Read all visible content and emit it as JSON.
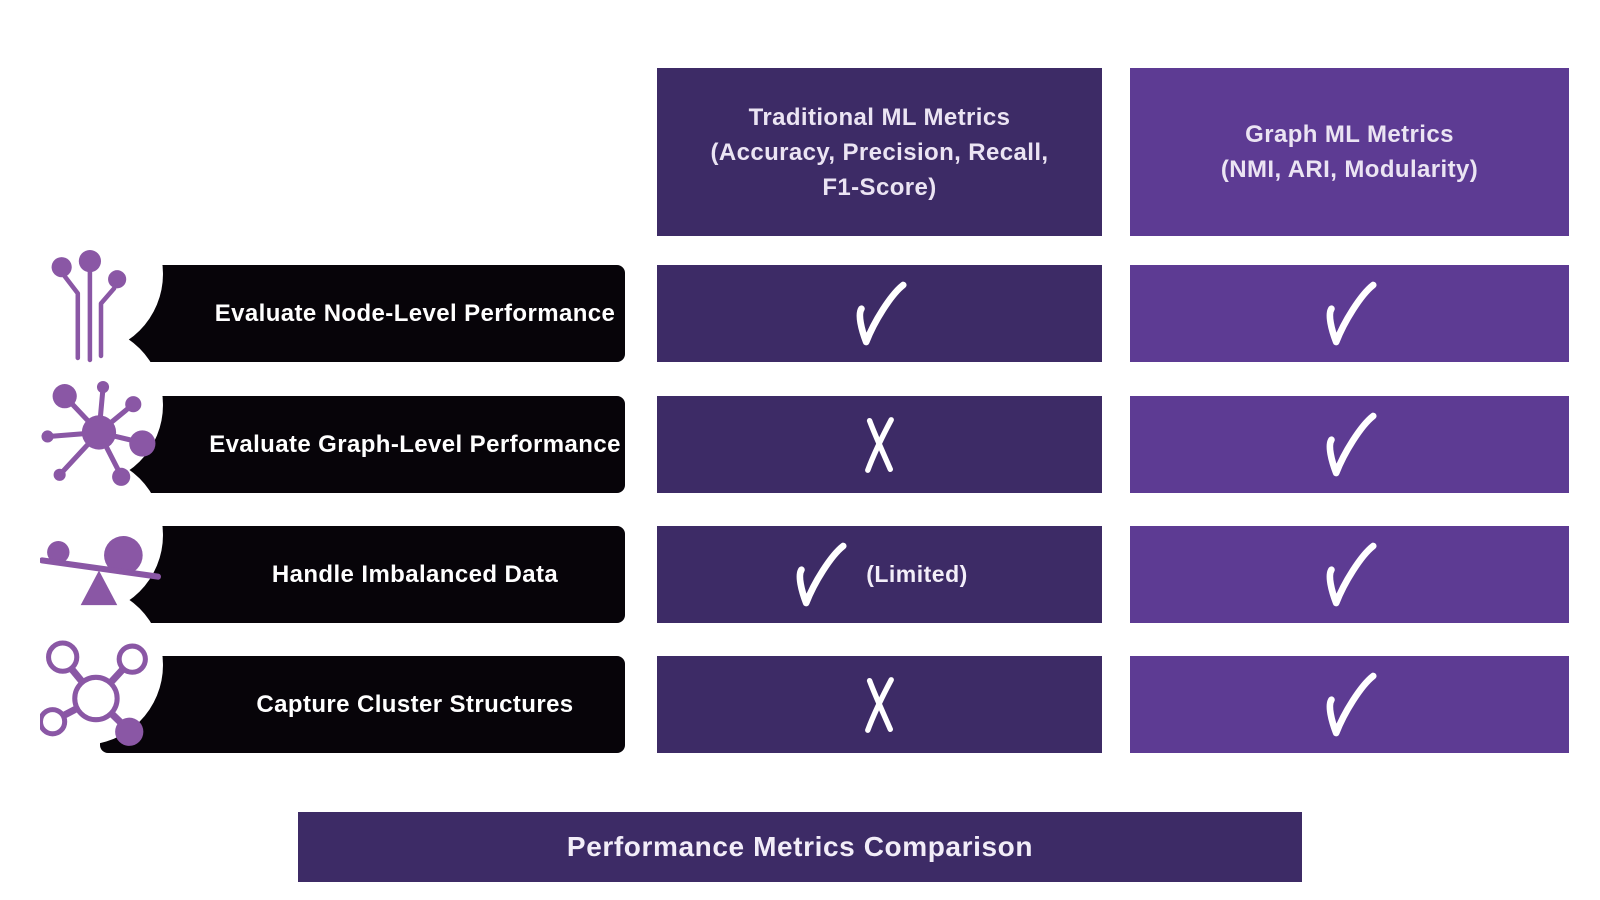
{
  "title_bar": {
    "label": "Performance Metrics Comparison"
  },
  "columns": [
    {
      "id": "traditional",
      "lines": [
        "Traditional ML Metrics",
        "(Accuracy, Precision, Recall,",
        "F1-Score)"
      ]
    },
    {
      "id": "graph",
      "lines": [
        "Graph ML Metrics",
        "(NMI, ARI, Modularity)"
      ]
    }
  ],
  "rows": [
    {
      "label": "Evaluate Node-Level Performance",
      "icon": "node-pins-icon",
      "cells": {
        "traditional": {
          "mark": "check"
        },
        "graph": {
          "mark": "check"
        }
      }
    },
    {
      "label": "Evaluate Graph-Level Performance",
      "icon": "graph-network-icon",
      "cells": {
        "traditional": {
          "mark": "cross"
        },
        "graph": {
          "mark": "check"
        }
      }
    },
    {
      "label": "Handle Imbalanced Data",
      "icon": "imbalance-scale-icon",
      "cells": {
        "traditional": {
          "mark": "check",
          "note": "(Limited)"
        },
        "graph": {
          "mark": "check"
        }
      }
    },
    {
      "label": "Capture Cluster Structures",
      "icon": "cluster-structure-icon",
      "cells": {
        "traditional": {
          "mark": "cross"
        },
        "graph": {
          "mark": "check"
        }
      }
    }
  ],
  "colors": {
    "column_dark": "#3d2b66",
    "column_purple": "#5d3b93",
    "row_bar": "#070409",
    "icon_purple": "#8a57a5",
    "mark_white": "#ffffff"
  }
}
